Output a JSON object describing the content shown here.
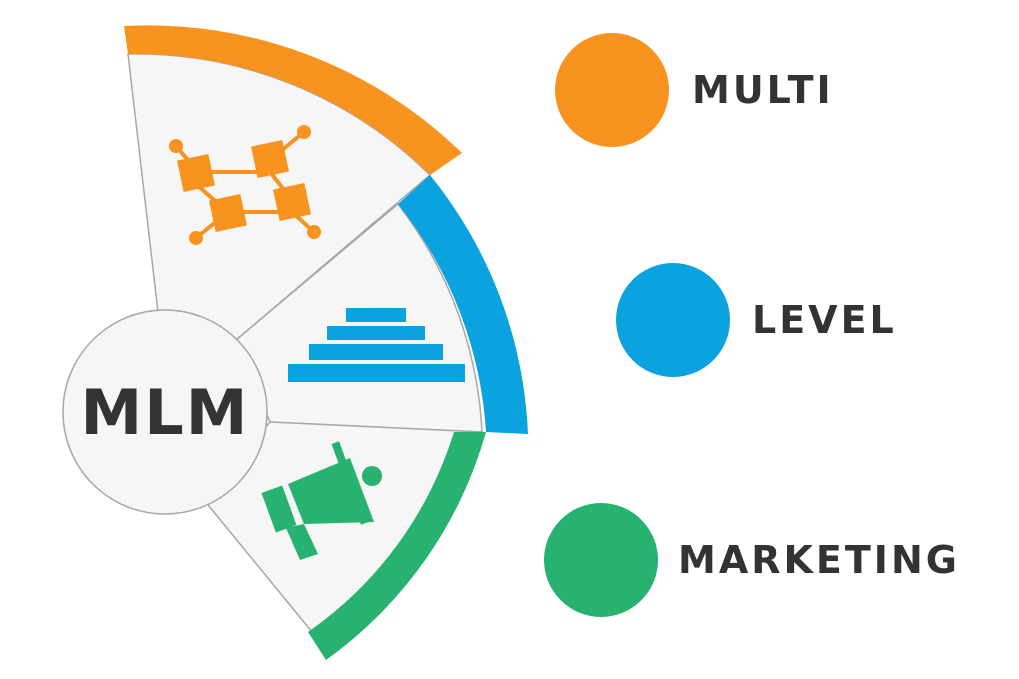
{
  "center": {
    "label": "MLM"
  },
  "colors": {
    "multi": "#f7931e",
    "level": "#0aa3df",
    "marketing": "#27b36f",
    "panel": "#f6f6f6",
    "panel_stroke": "#a8a8a8",
    "text": "#333333"
  },
  "segments": [
    {
      "key": "multi",
      "icon": "network-blocks-icon"
    },
    {
      "key": "level",
      "icon": "pyramid-steps-icon"
    },
    {
      "key": "marketing",
      "icon": "megaphone-icon"
    }
  ],
  "legend": [
    {
      "key": "multi",
      "label": "MULTI"
    },
    {
      "key": "level",
      "label": "LEVEL"
    },
    {
      "key": "marketing",
      "label": "MARKETING"
    }
  ]
}
